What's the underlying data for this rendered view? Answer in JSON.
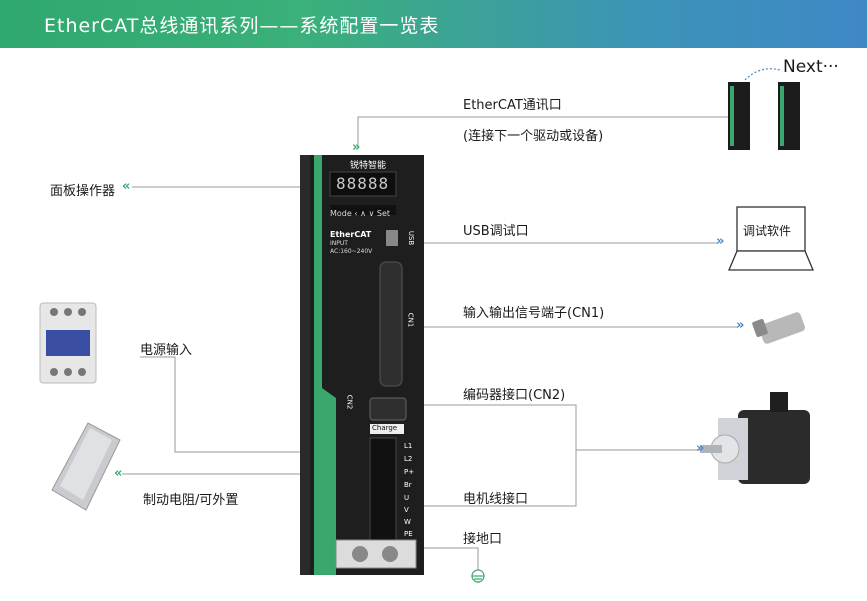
{
  "banner": {
    "title": "EtherCAT总线通讯系列——系统配置一览表"
  },
  "labels": {
    "ethercat_port": "EtherCAT通讯口",
    "ethercat_port_note": "(连接下一个驱动或设备)",
    "panel_operator": "面板操作器",
    "usb_port": "USB调试口",
    "io_port": "输入输出信号端子(CN1)",
    "power_input": "电源输入",
    "encoder_port": "编码器接口(CN2)",
    "brake_resistor": "制动电阻/可外置",
    "motor_port": "电机线接口",
    "ground_port": "接地口",
    "laptop_screen": "调试软件",
    "next": "Next···"
  },
  "drive_panel": {
    "brand": "锐特智能",
    "display": "88888",
    "buttons": "Mode ‹  ∧  ∨  Set",
    "bus_label": "EtherCAT",
    "input_label": "INPUT",
    "input_voltage": "AC:160~240V",
    "port_labels": [
      "USB",
      "CN1",
      "CN2"
    ],
    "charge_label": "Charge",
    "terminals": [
      "L1",
      "L2",
      "P+",
      "Br",
      "U",
      "V",
      "W",
      "PE"
    ]
  },
  "colors": {
    "accent_green": "#3aa76d",
    "arrow_blue": "#4a86c8",
    "line_gray": "#9a9a9a"
  }
}
